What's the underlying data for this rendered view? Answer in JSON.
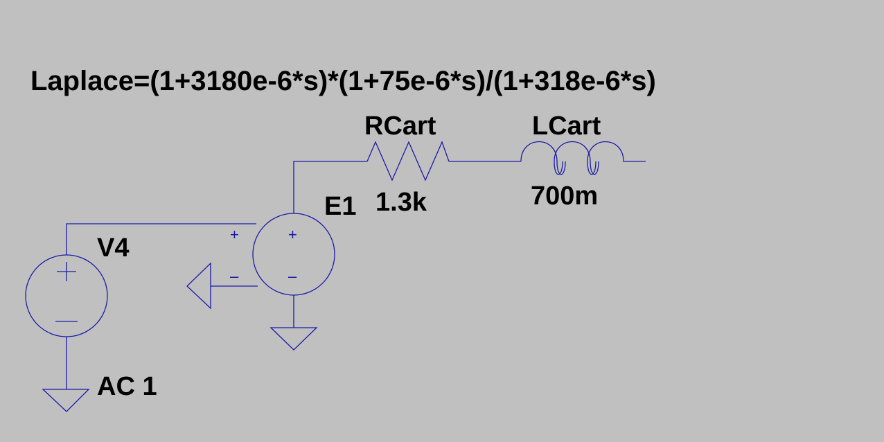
{
  "schematic": {
    "directive": "Laplace=(1+3180e-6*s)*(1+75e-6*s)/(1+318e-6*s)",
    "resistor": {
      "name": "RCart",
      "value": "1.3k"
    },
    "inductor": {
      "name": "LCart",
      "value": "700m"
    },
    "vcvs": {
      "name": "E1",
      "out_plus": "+",
      "out_minus": "–",
      "in_plus": "+",
      "in_minus": "–"
    },
    "source": {
      "name": "V4",
      "value": "AC 1",
      "plus": "+",
      "minus": "—"
    }
  },
  "colors": {
    "background": "#c0c0c0",
    "wire": "#1a1aa6",
    "text": "#000000"
  }
}
